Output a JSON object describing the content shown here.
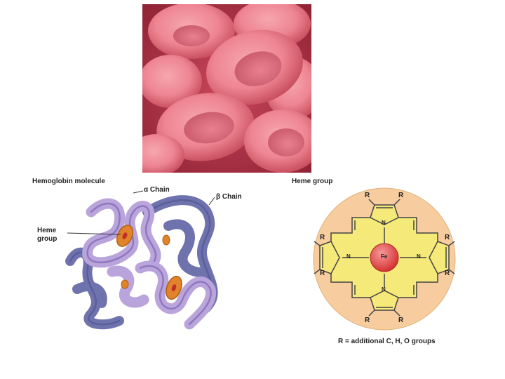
{
  "photo": {
    "icon": "red-blood-cells-photo"
  },
  "hemoglobin": {
    "title": "Hemoglobin molecule",
    "alpha_label": "α Chain",
    "beta_label": "β Chain",
    "heme_label_line1": "Heme",
    "heme_label_line2": "group",
    "colors": {
      "alpha": "#b9a4dc",
      "beta": "#6f73ad",
      "heme": "#e0832a"
    }
  },
  "heme": {
    "title": "Heme group",
    "fe": "Fe",
    "n": "N",
    "r": "R",
    "caption": "R = additional C, H, O groups",
    "colors": {
      "disk": "#f7cc9e",
      "ring": "#f5e97a",
      "iron": "#e24b4b"
    }
  }
}
